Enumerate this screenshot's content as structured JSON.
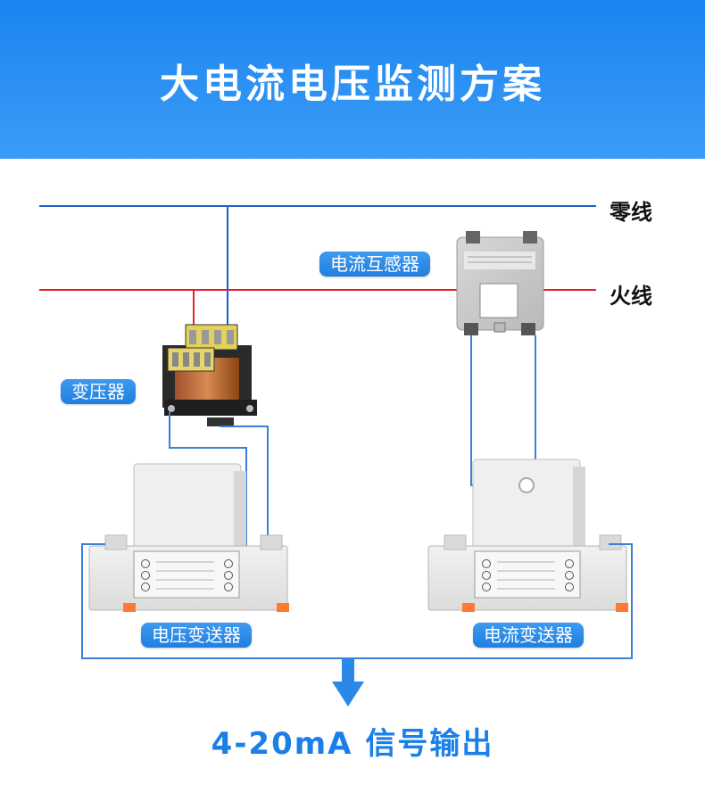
{
  "header": {
    "title": "大电流电压监测方案"
  },
  "wires": {
    "neutral_label": "零线",
    "live_label": "火线"
  },
  "components": {
    "current_transformer_label": "电流互感器",
    "transformer_label": "变压器",
    "voltage_transmitter_label": "电压变送器",
    "current_transmitter_label": "电流变送器"
  },
  "output": {
    "label": "4-20mA  信号输出"
  },
  "colors": {
    "header_blue": "#1a84f0",
    "neutral_wire": "#1b5fc9",
    "live_wire": "#e8202a",
    "signal_wire": "#3a7fd8",
    "tag_blue": "#2b88e8",
    "output_blue": "#1a7fe8"
  }
}
